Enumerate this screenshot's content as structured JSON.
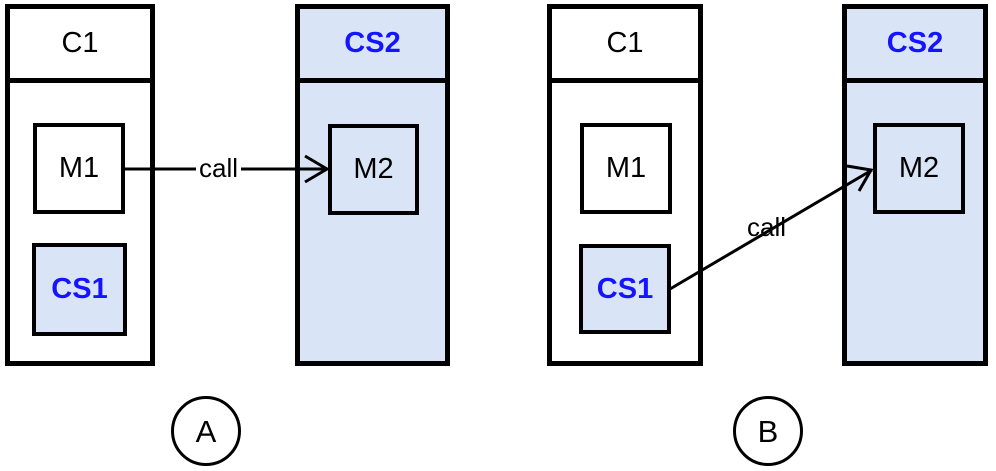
{
  "figure": {
    "kind": "uml-class-diagram",
    "colors": {
      "stroke": "#000000",
      "highlight_fill": "#d9e5f7",
      "highlight_text": "#1414ff",
      "background": "#ffffff"
    }
  },
  "panels": [
    {
      "caption": "A",
      "classes": [
        {
          "id": "a-c1",
          "name": "C1",
          "highlighted": false,
          "members": [
            {
              "id": "a-m1",
              "label": "M1",
              "highlighted": false
            },
            {
              "id": "a-cs1",
              "label": "CS1",
              "highlighted": true
            }
          ]
        },
        {
          "id": "a-cs2",
          "name": "CS2",
          "highlighted": true,
          "members": [
            {
              "id": "a-m2",
              "label": "M2",
              "highlighted": true
            }
          ]
        }
      ],
      "edges": [
        {
          "id": "a-edge-call",
          "label": "call",
          "from": "a-m1",
          "to": "a-m2",
          "style": "straight-horizontal"
        }
      ]
    },
    {
      "caption": "B",
      "classes": [
        {
          "id": "b-c1",
          "name": "C1",
          "highlighted": false,
          "members": [
            {
              "id": "b-m1",
              "label": "M1",
              "highlighted": false
            },
            {
              "id": "b-cs1",
              "label": "CS1",
              "highlighted": true
            }
          ]
        },
        {
          "id": "b-cs2",
          "name": "CS2",
          "highlighted": true,
          "members": [
            {
              "id": "b-m2",
              "label": "M2",
              "highlighted": true
            }
          ]
        }
      ],
      "edges": [
        {
          "id": "b-edge-call",
          "label": "call",
          "from": "b-cs1",
          "to": "b-m2",
          "style": "diagonal"
        }
      ]
    }
  ]
}
